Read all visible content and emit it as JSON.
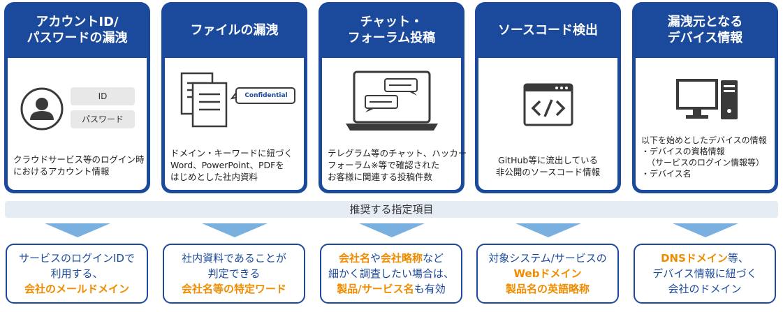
{
  "cards": [
    {
      "title_lines": [
        "アカウントID/",
        "パスワードの漏洩"
      ],
      "illustration": {
        "id_label": "ID",
        "password_label": "パスワード"
      },
      "desc_lines": [
        "クラウドサービス等のログイン時",
        "におけるアカウント情報"
      ]
    },
    {
      "title_lines": [
        "ファイルの漏洩"
      ],
      "illustration": {
        "badge": "Confidential"
      },
      "desc_lines": [
        "ドメイン・キーワードに紐づく",
        "Word、PowerPoint、PDFを",
        "はじめとした社内資料"
      ]
    },
    {
      "title_lines": [
        "チャット・",
        "フォーラム投稿"
      ],
      "desc_lines": [
        "テレグラム等のチャット、ハッカー",
        "フォーラム※等で確認された",
        "お客様に関連する投稿件数"
      ]
    },
    {
      "title_lines": [
        "ソースコード検出"
      ],
      "desc_lines": [
        "GitHub等に流出している",
        "非公開のソースコード情報"
      ]
    },
    {
      "title_lines": [
        "漏洩元となる",
        "デバイス情報"
      ],
      "desc_lines": [
        "以下を始めとしたデバイスの情報",
        "・デバイスの資格情報",
        "（サービスのログイン情報等）",
        "・デバイス名"
      ]
    }
  ],
  "band": {
    "label": "推奨する指定項目"
  },
  "recs": [
    {
      "lines": [
        [
          {
            "t": "サービスのログインIDで",
            "h": false
          }
        ],
        [
          {
            "t": "利用する、",
            "h": false
          }
        ],
        [
          {
            "t": "会社のメールドメイン",
            "h": true
          }
        ]
      ]
    },
    {
      "lines": [
        [
          {
            "t": "社内資料であることが",
            "h": false
          }
        ],
        [
          {
            "t": "判定できる",
            "h": false
          }
        ],
        [
          {
            "t": "会社名等の特定ワード",
            "h": true
          }
        ]
      ]
    },
    {
      "lines": [
        [
          {
            "t": "会社名",
            "h": true
          },
          {
            "t": "や",
            "h": false
          },
          {
            "t": "会社略称",
            "h": true
          },
          {
            "t": "など",
            "h": false
          }
        ],
        [
          {
            "t": "細かく調査したい場合は、",
            "h": false
          }
        ],
        [
          {
            "t": "製品/サービス名",
            "h": true
          },
          {
            "t": "も有効",
            "h": false
          }
        ]
      ]
    },
    {
      "lines": [
        [
          {
            "t": "対象システム/サービスの",
            "h": false
          }
        ],
        [
          {
            "t": "Webドメイン",
            "h": true
          }
        ],
        [
          {
            "t": "製品名の英語略称",
            "h": true
          }
        ]
      ]
    },
    {
      "lines": [
        [
          {
            "t": "DNSドメイン",
            "h": true
          },
          {
            "t": "等、",
            "h": false
          }
        ],
        [
          {
            "t": "デバイス情報に紐づく",
            "h": false
          }
        ],
        [
          {
            "t": "会社のドメイン",
            "h": false
          }
        ]
      ]
    }
  ],
  "colors": {
    "navy": "#1b4a9c",
    "orange": "#f08c00",
    "arrow": "#7ab0e0",
    "band": "#e6ecf4"
  }
}
